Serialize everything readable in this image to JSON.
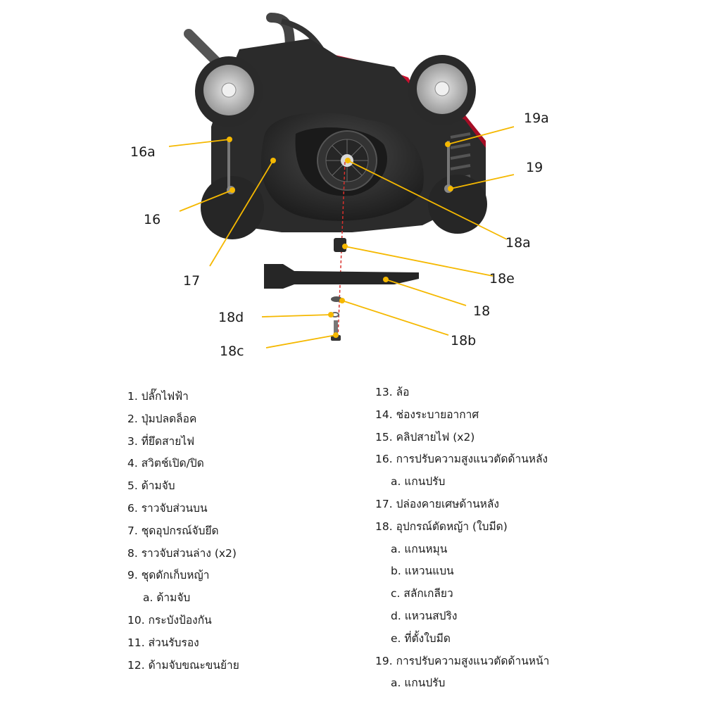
{
  "callouts": [
    {
      "id": "16a",
      "label": "16a"
    },
    {
      "id": "16",
      "label": "16"
    },
    {
      "id": "17",
      "label": "17"
    },
    {
      "id": "19a",
      "label": "19a"
    },
    {
      "id": "19",
      "label": "19"
    },
    {
      "id": "18a",
      "label": "18a"
    },
    {
      "id": "18e",
      "label": "18e"
    },
    {
      "id": "18",
      "label": "18"
    },
    {
      "id": "18d",
      "label": "18d"
    },
    {
      "id": "18b",
      "label": "18b"
    },
    {
      "id": "18c",
      "label": "18c"
    }
  ],
  "legend": {
    "left": [
      {
        "text": "1. ปลั๊กไฟฟ้า",
        "sub": false
      },
      {
        "text": "2. ปุ่มปลดล็อค",
        "sub": false
      },
      {
        "text": "3. ที่ยึดสายไฟ",
        "sub": false
      },
      {
        "text": "4. สวิตช์เปิด/ปิด",
        "sub": false
      },
      {
        "text": "5. ด้ามจับ",
        "sub": false
      },
      {
        "text": "6. ราวจับส่วนบน",
        "sub": false
      },
      {
        "text": "7. ชุดอุปกรณ์จับยึด",
        "sub": false
      },
      {
        "text": "8. ราวจับส่วนล่าง (x2)",
        "sub": false
      },
      {
        "text": "9. ชุดดักเก็บหญ้า",
        "sub": false
      },
      {
        "text": "a. ด้ามจับ",
        "sub": true
      },
      {
        "text": "10. กระบังป้องกัน",
        "sub": false
      },
      {
        "text": "11. ส่วนรับรอง",
        "sub": false
      },
      {
        "text": "12. ด้ามจับขณะขนย้าย",
        "sub": false
      }
    ],
    "right": [
      {
        "text": "13. ล้อ",
        "sub": false
      },
      {
        "text": "14. ช่องระบายอากาศ",
        "sub": false
      },
      {
        "text": "15. คลิปสายไฟ (x2)",
        "sub": false
      },
      {
        "text": "16. การปรับความสูงแนวตัดด้านหลัง",
        "sub": false
      },
      {
        "text": "a. แกนปรับ",
        "sub": true
      },
      {
        "text": "17. ปล่องคายเศษด้านหลัง",
        "sub": false
      },
      {
        "text": "18. อุปกรณ์ตัดหญ้า (ใบมีด)",
        "sub": false
      },
      {
        "text": "a. แกนหมุน",
        "sub": true
      },
      {
        "text": "b. แหวนแบน",
        "sub": true
      },
      {
        "text": "c. สลักเกลียว",
        "sub": true
      },
      {
        "text": "d. แหวนสปริง",
        "sub": true
      },
      {
        "text": "e. ที่ตั้งใบมีด",
        "sub": true
      },
      {
        "text": "19. การปรับความสูงแนวตัดด้านหน้า",
        "sub": false
      },
      {
        "text": "a. แกนปรับ",
        "sub": true
      }
    ]
  },
  "colors": {
    "body": "#2b2b2b",
    "accent": "#c8102e",
    "leader": "#f5b800",
    "axis": "#d9302c"
  }
}
